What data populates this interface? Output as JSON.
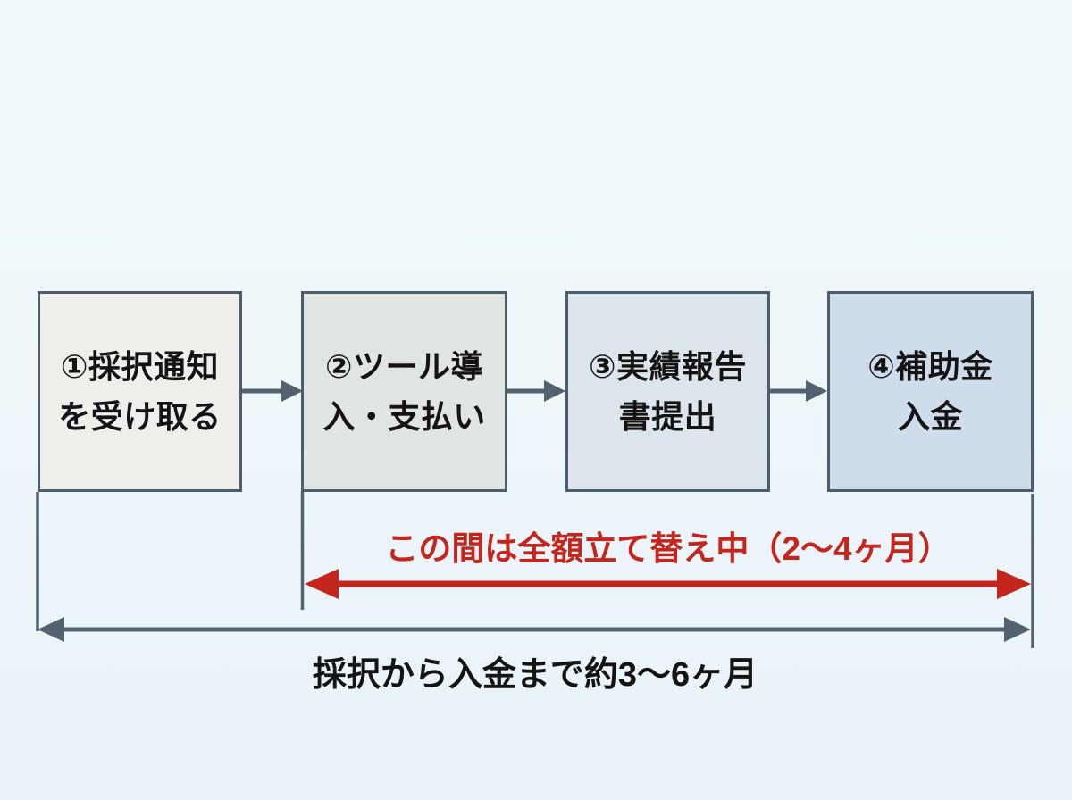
{
  "flow": {
    "steps": [
      {
        "id": 1,
        "lines": [
          "①採択通知",
          "を受け取る"
        ]
      },
      {
        "id": 2,
        "lines": [
          "②ツール導",
          "入・支払い"
        ]
      },
      {
        "id": 3,
        "lines": [
          "③実績報告",
          "書提出"
        ]
      },
      {
        "id": 4,
        "lines": [
          "④補助金",
          "入金"
        ]
      }
    ]
  },
  "annotations": {
    "advance_period": {
      "label": "この間は全額立て替え中（2〜4ヶ月）",
      "span": "step2-to-step4"
    },
    "total_period": {
      "label": "採択から入金まで約3〜6ヶ月",
      "span": "step1-to-step4"
    }
  },
  "colors": {
    "background_top": "#f2fafc",
    "background_bottom": "#e9f2f8",
    "box_border": "#4e5d6b",
    "connector": "#53626e",
    "accent_red": "#c4261d",
    "text": "#141414",
    "step1_fill": "#efeeeb",
    "step2_fill": "#e0e5e2",
    "step3_fill": "#dce4ec",
    "step4_fill": "#cfdcec"
  }
}
